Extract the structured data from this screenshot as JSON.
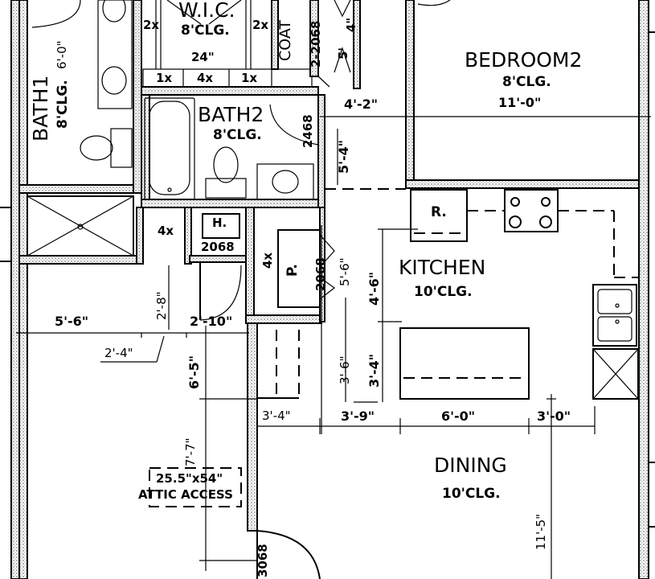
{
  "rooms": {
    "bath1": {
      "name": "BATH1",
      "ceiling": "8'CLG.",
      "dim": "6'-0\""
    },
    "wic": {
      "name": "W.I.C.",
      "ceiling": "8'CLG."
    },
    "coat": {
      "name": "COAT"
    },
    "bath2": {
      "name": "BATH2",
      "ceiling": "8'CLG."
    },
    "bedroom2": {
      "name": "BEDROOM2",
      "ceiling": "8'CLG.",
      "dim": "11'-0\""
    },
    "kitchen": {
      "name": "KITCHEN",
      "ceiling": "10'CLG."
    },
    "dining": {
      "name": "DINING",
      "ceiling": "10'CLG."
    }
  },
  "shelves": {
    "s1": "2x",
    "s2": "2x",
    "w24": "24\"",
    "a": "1x",
    "b": "4x",
    "c": "1x",
    "linen": "4x",
    "pantry_shelf": "4x"
  },
  "doors": {
    "coat": "2-2068",
    "bath2": "2468",
    "hall": "2068",
    "pantry": "2068",
    "entry": "3068"
  },
  "fixtures": {
    "water_heater": "H.",
    "refrigerator": "R.",
    "pantry": "P.",
    "attic_size": "25.5\"x54\"",
    "attic_label": "ATTIC ACCESS"
  },
  "dimensions": {
    "d42": "4'-2\"",
    "d54": "5'-4\"",
    "d56": "5'-6\"",
    "d56b": "5'-6\"",
    "d46": "4'-6\"",
    "d34": "3'-4\"",
    "d36": "3'-6\"",
    "d28": "2'-8\"",
    "d210": "2'-10\"",
    "d24": "2'-4\"",
    "d65": "6'-5\"",
    "d77": "7'-7\"",
    "d34b": "3'-4\"",
    "d39": "3'-9\"",
    "d60": "6'-0\"",
    "d30": "3'-0\"",
    "d115": "11'-5\"",
    "d5a": "5'",
    "d4a": "4\""
  }
}
